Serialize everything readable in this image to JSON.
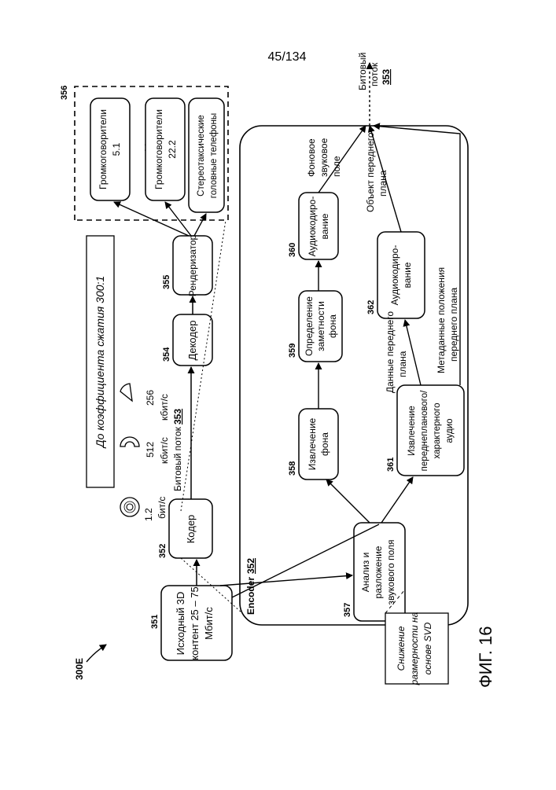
{
  "page_number": "45/134",
  "figure": {
    "ref": "300E",
    "caption": "ФИГ. 16"
  },
  "compression_note": "До коэффициента сжатия 300:1",
  "blocks": {
    "source": {
      "ref": "351",
      "lines": [
        "Исходный 3D",
        "контент 25 – 75",
        "Мбит/с"
      ]
    },
    "coder": {
      "ref": "352",
      "lines": [
        "Кодер"
      ]
    },
    "decoder": {
      "ref": "354",
      "lines": [
        "Декодер"
      ]
    },
    "renderer": {
      "ref": "355",
      "lines": [
        "Рендеризатор"
      ]
    },
    "speakers_51": {
      "lines": [
        "Громкоговорители",
        "5.1"
      ]
    },
    "speakers_222": {
      "lines": [
        "Громкоговорители",
        "22.2"
      ]
    },
    "headphones": {
      "lines": [
        "Стереотаксические",
        "головные телефоны"
      ]
    },
    "analysis": {
      "ref": "357",
      "lines": [
        "Анализ и",
        "разложение",
        "звукового поля"
      ]
    },
    "bg_extract": {
      "ref": "358",
      "lines": [
        "Извлечение",
        "фона"
      ]
    },
    "bg_salience": {
      "ref": "359",
      "lines": [
        "Определение",
        "заметности",
        "фона"
      ]
    },
    "audio_coding_bg": {
      "ref": "360",
      "lines": [
        "Аудиокодиро-",
        "вание"
      ]
    },
    "fg_extract": {
      "ref": "361",
      "lines": [
        "Извлечение",
        "переднепланового/",
        "характерного",
        "аудио"
      ]
    },
    "audio_coding_fg": {
      "ref": "362",
      "lines": [
        "Аудиокодиро-",
        "вание"
      ]
    },
    "svd_note": {
      "lines": [
        "Снижение",
        "размерности на",
        "основе SVD"
      ]
    }
  },
  "group_speakers_ref": "356",
  "encoder_group": {
    "label": "Encoder",
    "ref": "352"
  },
  "dots": ":",
  "media": {
    "disc_value": "1.2",
    "disc_unit": "бит/с",
    "half_value": "512",
    "half_unit": "кбит/с",
    "sector_value": "256",
    "sector_unit": "кбит/с"
  },
  "bitstream_mid": {
    "text": "Битовый поток",
    "ref": "353"
  },
  "bitstream_out": {
    "line1": "Битовый",
    "line2": "поток",
    "ref": "353"
  },
  "labels": {
    "bg_field": [
      "Фоновое",
      "звуковое",
      "поле"
    ],
    "fg_object": [
      "Объект переднего",
      "плана"
    ],
    "fg_data": [
      "Данные переднего",
      "плана"
    ],
    "fg_meta": [
      "Метаданные положения",
      "переднего плана"
    ]
  }
}
